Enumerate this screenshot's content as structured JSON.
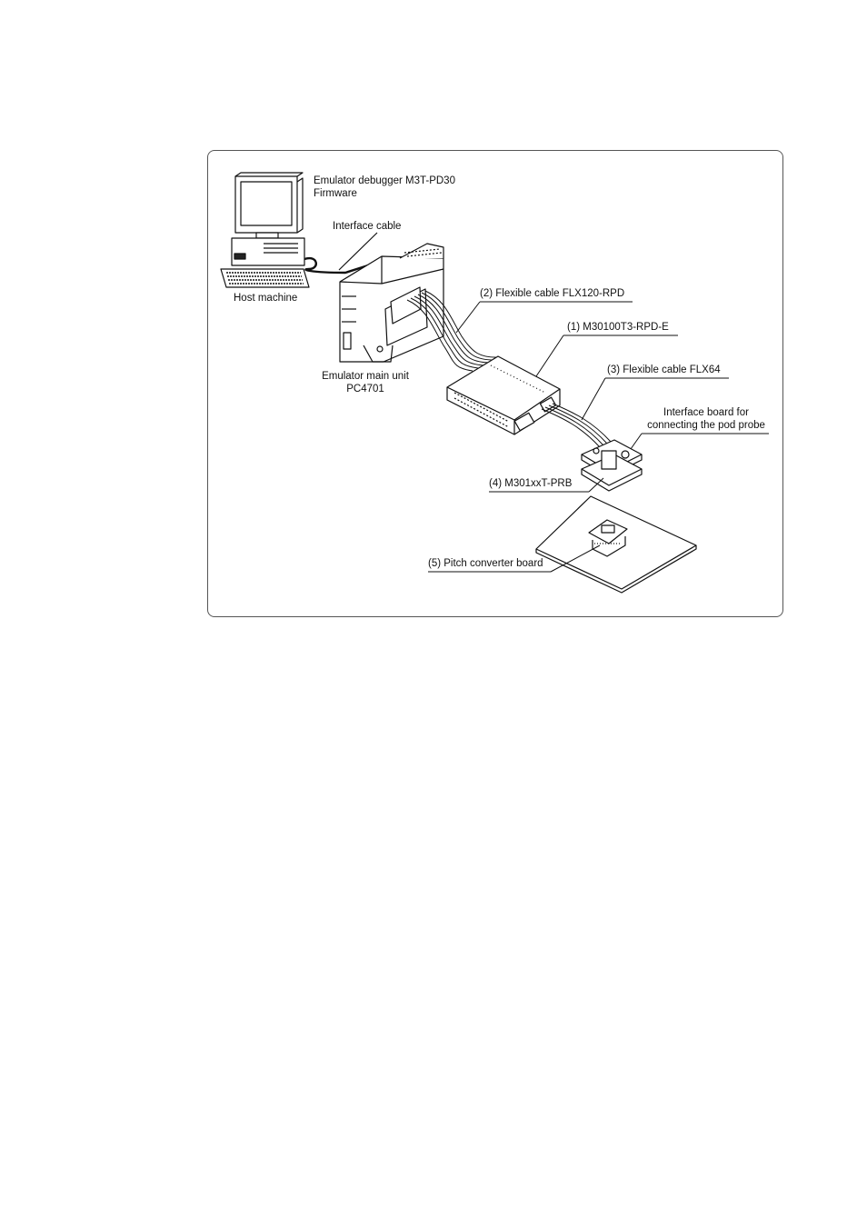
{
  "labels": {
    "debugger_line1": "Emulator debugger M3T-PD30",
    "debugger_line2": "Firmware",
    "interface_cable": "Interface cable",
    "host_machine": "Host machine",
    "flex_cable_120": "(2) Flexible cable FLX120-RPD",
    "pod": "(1) M30100T3-RPD-E",
    "flex_cable_64": "(3) Flexible cable FLX64",
    "main_unit_line1": "Emulator main unit",
    "main_unit_line2": "PC4701",
    "interface_board_line1": "Interface board for",
    "interface_board_line2": "connecting the pod probe",
    "probe": "(4) M301xxT-PRB",
    "pitch_converter": "(5) Pitch converter board"
  }
}
